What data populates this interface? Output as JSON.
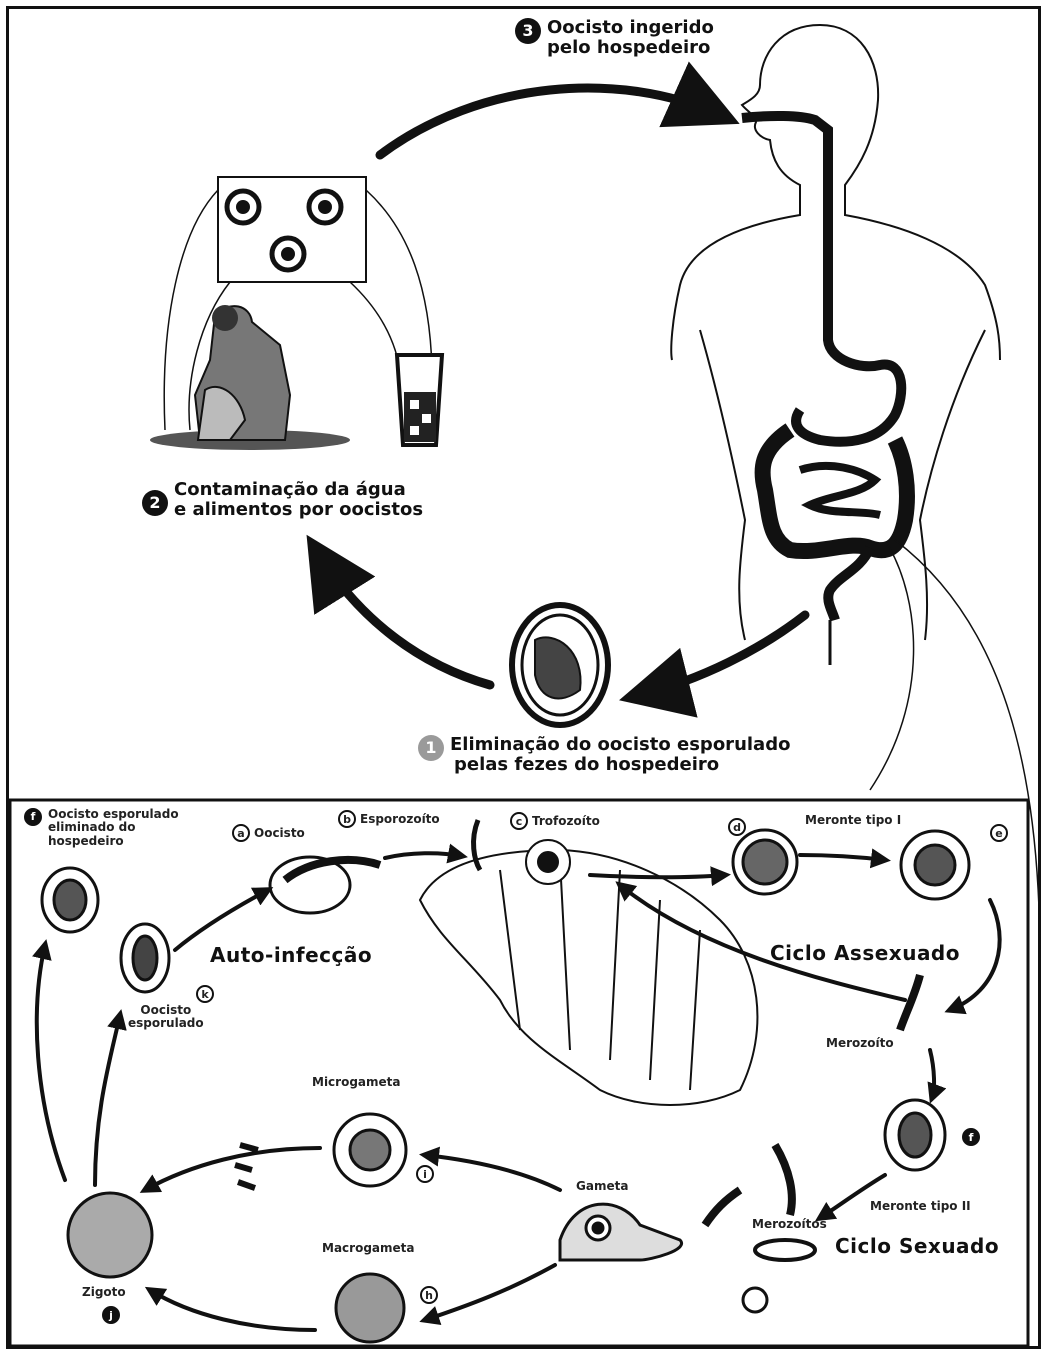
{
  "steps": {
    "ingested": {
      "number": "3",
      "line1": "Oocisto ingerido",
      "line2": "pelo hospedeiro"
    },
    "contamination": {
      "number": "2",
      "line1": "Contaminação da água",
      "line2": "e alimentos por oocistos"
    },
    "elimination": {
      "number": "1",
      "line1": "Eliminação do oocisto esporulado",
      "line2": "pelas fezes do hospedeiro"
    }
  },
  "inset": {
    "stage_f": {
      "letter": "f",
      "line1": "Oocisto esporulado",
      "line2": "eliminado do",
      "line3": "hospedeiro"
    },
    "stage_a": {
      "letter": "a",
      "label": "Oocisto"
    },
    "stage_b": {
      "letter": "b",
      "label": "Esporozoíto"
    },
    "stage_c": {
      "letter": "c",
      "label": "Trofozoíto"
    },
    "stage_d": {
      "letter": "d",
      "label": "Meronte tipo I"
    },
    "stage_e": {
      "letter": "e"
    },
    "merozoite": {
      "label": "Merozoíto"
    },
    "meront2": {
      "letter": "f",
      "label": "Meronte tipo II"
    },
    "merozoites": {
      "label": "Merozoítos"
    },
    "gamete": {
      "label": "Gameta"
    },
    "microgamete": {
      "letter": "i",
      "label": "Microgameta"
    },
    "macrogamete": {
      "letter": "h",
      "label": "Macrogameta"
    },
    "zygote": {
      "letter": "j",
      "label": "Zigoto"
    },
    "sporulated": {
      "letter": "k",
      "line1": "Oocisto",
      "line2": "esporulado"
    },
    "auto_infection": "Auto-infecção",
    "asexual_cycle": "Ciclo Assexuado",
    "sexual_cycle": "Ciclo Sexuado"
  }
}
